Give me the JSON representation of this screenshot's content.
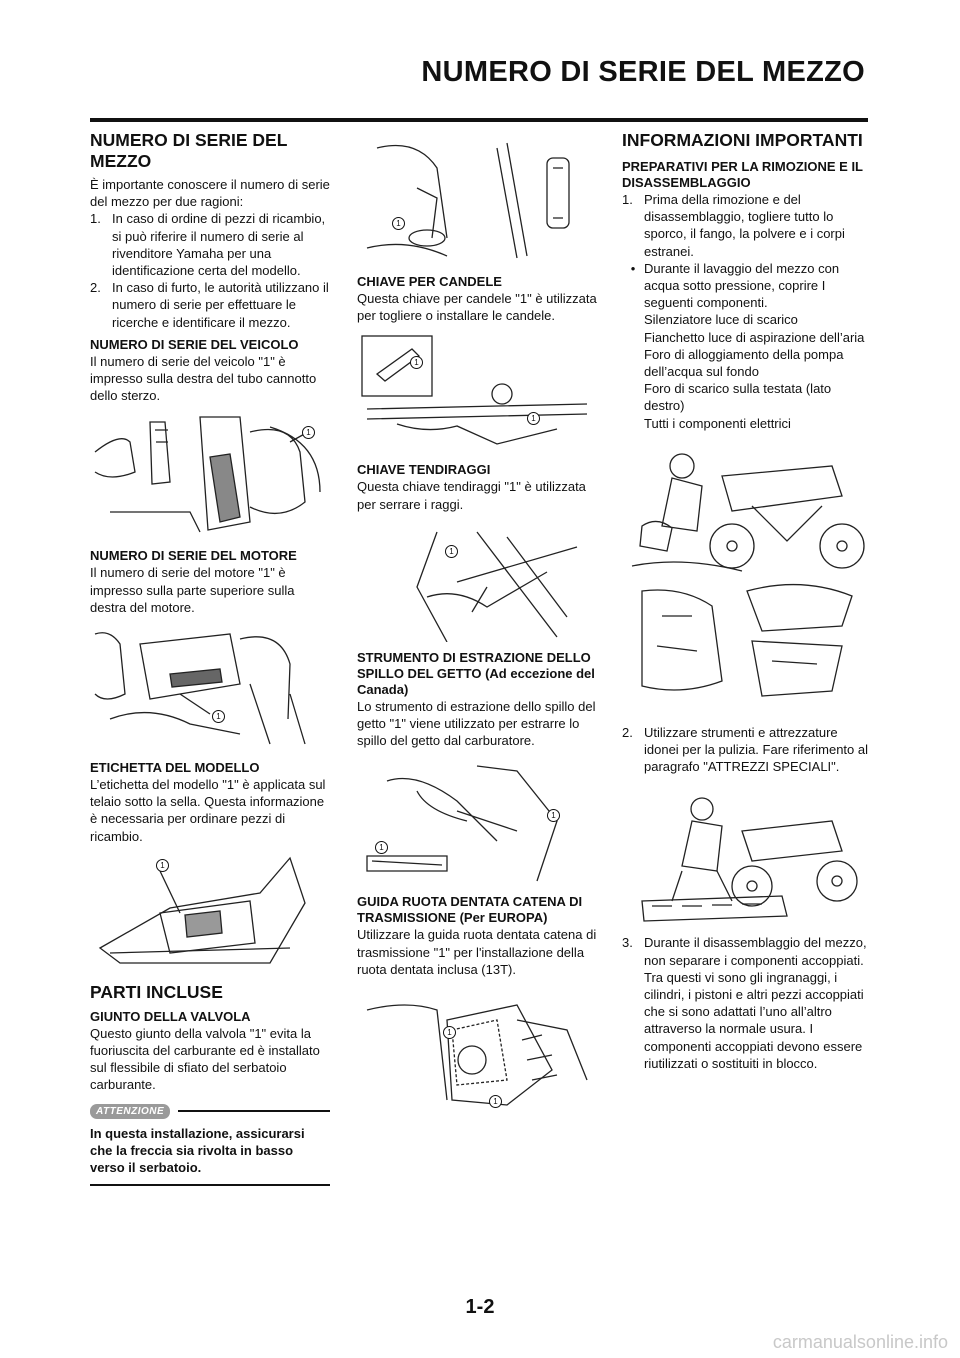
{
  "header": {
    "title": "NUMERO DI SERIE DEL MEZZO"
  },
  "col1": {
    "h_numero": "NUMERO DI SERIE DEL MEZZO",
    "intro": "È importante conoscere il numero di serie del mezzo per due ragioni:",
    "reasons": [
      {
        "num": "1.",
        "text": "In caso di ordine di pezzi di ricambio, si può riferire il numero di serie al rivenditore Yamaha per una identificazione certa del modello."
      },
      {
        "num": "2.",
        "text": "In caso di furto, le autorità utilizzano il numero di serie per effettuare le ricerche e identificare il mezzo."
      }
    ],
    "h_veicolo": "NUMERO DI SERIE DEL VEICOLO",
    "p_veicolo": "Il numero di serie del veicolo \"1\" è impresso sulla destra del tubo cannotto dello sterzo.",
    "h_motore": "NUMERO DI SERIE DEL MOTORE",
    "p_motore": "Il numero di serie del motore \"1\" è impresso sulla parte superiore sulla destra del motore.",
    "h_etichetta": "ETICHETTA DEL MODELLO",
    "p_etichetta": "L’etichetta del modello \"1\" è applicata sul telaio sotto la sella. Questa informazione è necessaria per ordinare pezzi di ricambio.",
    "h_parti": "PARTI INCLUSE",
    "h_giunto": "GIUNTO DELLA VALVOLA",
    "p_giunto": "Questo giunto della valvola \"1\" evita la fuoriuscita del carburante ed è installato sul flessibile di sfiato del serbatoio carburante.",
    "attn_label": "ATTENZIONE",
    "attn_text": "In questa installazione, assicurarsi che la freccia sia rivolta in basso verso il serbatoio."
  },
  "col2": {
    "h_candele": "CHIAVE PER CANDELE",
    "p_candele": "Questa chiave per candele \"1\" è utilizzata per togliere o installare le candele.",
    "h_tendiraggi": "CHIAVE TENDIRAGGI",
    "p_tendiraggi": "Questa chiave tendiraggi \"1\" è utilizzata per serrare i raggi.",
    "h_strumento": "STRUMENTO DI ESTRAZIONE DELLO SPILLO DEL GETTO (Ad eccezione del Canada)",
    "p_strumento": "Lo strumento di estrazione dello spillo del getto \"1\" viene utilizzato per estrarre lo spillo del getto dal carburatore.",
    "h_guida": "GUIDA RUOTA DENTATA CATENA DI TRASMISSIONE (Per EUROPA)",
    "p_guida": "Utilizzare la guida ruota dentata catena di trasmissione \"1\" per l'installazione della ruota dentata inclusa (13T)."
  },
  "col3": {
    "h_info": "INFORMAZIONI IMPORTANTI",
    "h_prep": "PREPARATIVI PER LA RIMOZIONE E IL DISASSEMBLAGGIO",
    "step1": {
      "num": "1.",
      "text": "Prima della rimozione e del disassemblaggio, togliere tutto lo sporco, il fango, la polvere e i corpi estranei."
    },
    "bullet": {
      "mark": "•",
      "text": "Durante il lavaggio del mezzo con acqua sotto pressione, coprire I seguenti componenti."
    },
    "components": [
      "Silenziatore luce di scarico",
      "Fianchetto luce di aspirazione dell’aria",
      "Foro di alloggiamento della pompa dell’acqua sul fondo",
      "Foro di scarico sulla testata (lato destro)",
      "Tutti i componenti elettrici"
    ],
    "step2": {
      "num": "2.",
      "text": "Utilizzare strumenti e attrezzature idonei per la pulizia. Fare riferimento al paragrafo \"ATTREZZI SPECIALI\"."
    },
    "step3": {
      "num": "3.",
      "text": "Durante il disassemblaggio del mezzo, non separare i componenti accoppiati. Tra questi vi sono gli ingranaggi, i cilindri, i pistoni e altri pezzi accoppiati che si sono adattati l’uno all’altro attraverso la normale usura. I componenti accoppiati devono essere riutilizzati o sostituiti in blocco."
    }
  },
  "callout_label": "1",
  "page": {
    "number": "1-2"
  },
  "watermark": "carmanualsonline.info"
}
